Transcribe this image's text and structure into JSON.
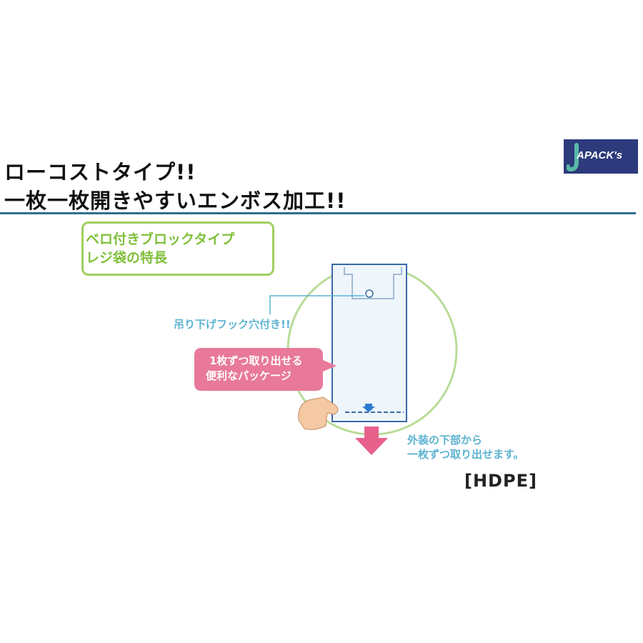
{
  "header": {
    "line1": "ローコストタイプ!!",
    "line2": "一枚一枚開きやすいエンボス加工!!"
  },
  "logo": {
    "text": "APACK's",
    "brand_letter": "J"
  },
  "feature_box": {
    "line1": "ベロ付きブロックタイプ",
    "line2": "レジ袋の特長"
  },
  "annotations": {
    "hook": "吊り下げフック穴付き!!",
    "callout_line1": "1枚ずつ取り出せる",
    "callout_line2": "便利なパッケージ",
    "exit_line1": "外装の下部から",
    "exit_line2": "一枚ずつ取り出せます。"
  },
  "material": "[HDPE]",
  "colors": {
    "green": "#9ecf5f",
    "cyan": "#5cb3d1",
    "pink": "#e8799a",
    "navy": "#2d3a7c",
    "rule": "#2e6f8e"
  }
}
